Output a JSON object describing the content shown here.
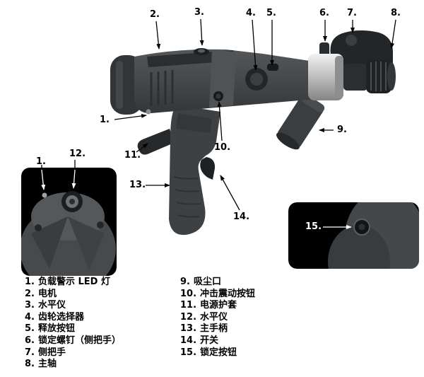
{
  "callouts": {
    "n1": "1.",
    "n2": "2.",
    "n3": "3.",
    "n4": "4.",
    "n5": "5.",
    "n6": "6.",
    "n7": "7.",
    "n8": "8.",
    "n9": "9.",
    "n10": "10.",
    "n11": "11.",
    "n12": "12.",
    "n13": "13.",
    "n14": "14.",
    "n15": "15."
  },
  "legend": {
    "left": [
      {
        "num": "1.",
        "text": "负载警示 LED 灯"
      },
      {
        "num": "2.",
        "text": "电机"
      },
      {
        "num": "3.",
        "text": "水平仪"
      },
      {
        "num": "4.",
        "text": "齿轮选择器"
      },
      {
        "num": "5.",
        "text": "释放按钮"
      },
      {
        "num": "6.",
        "text": "锁定螺钉（侧把手）"
      },
      {
        "num": "7.",
        "text": "侧把手"
      },
      {
        "num": "8.",
        "text": "主轴"
      }
    ],
    "right": [
      {
        "num": "9.",
        "text": "吸尘口"
      },
      {
        "num": "10.",
        "text": "冲击震动按钮"
      },
      {
        "num": "11.",
        "text": "电源护套"
      },
      {
        "num": "12.",
        "text": "水平仪"
      },
      {
        "num": "13.",
        "text": "主手柄"
      },
      {
        "num": "14.",
        "text": "开关"
      },
      {
        "num": "15.",
        "text": "锁定按钮"
      }
    ]
  },
  "colors": {
    "background": "#ffffff",
    "inset_background": "#000000",
    "body_gray": "#45484b",
    "dark_gray": "#26292c",
    "chrome": "#c2c2c2",
    "text": "#000000",
    "inset_text": "#ffffff"
  }
}
